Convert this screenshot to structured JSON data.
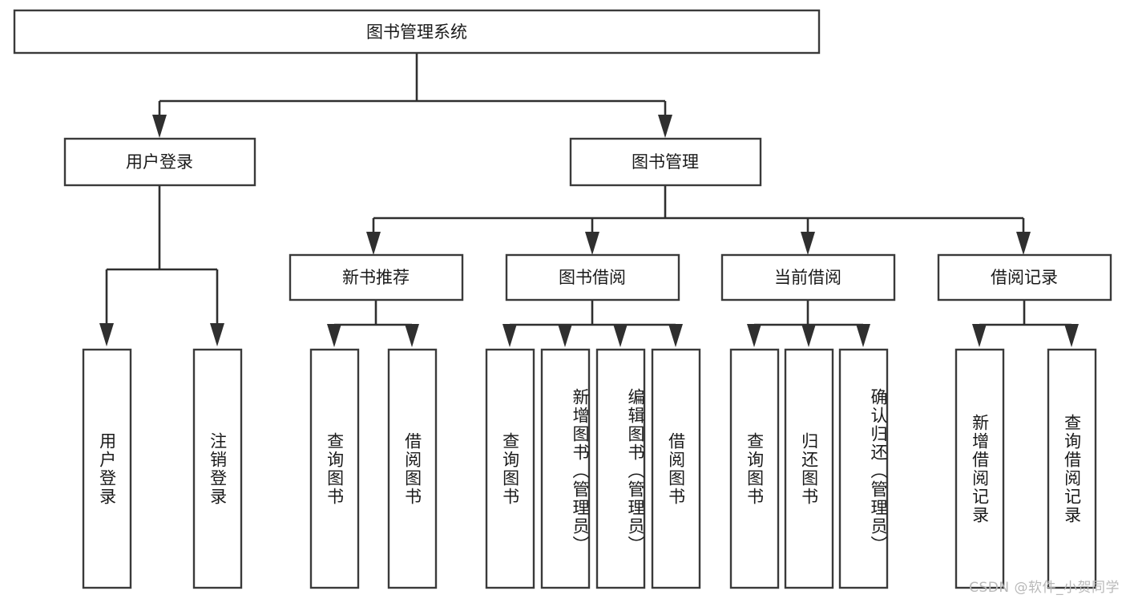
{
  "diagram": {
    "title": "图书管理系统",
    "watermark": "CSDN @软件_小贺同学",
    "colors": {
      "background": "#ffffff",
      "box_border": "#3a3a3a",
      "connector": "#2f2f2f",
      "text": "#1a1a1a",
      "watermark": "#b9b9b9"
    },
    "root": {
      "label": "图书管理系统"
    },
    "level1": [
      {
        "label": "用户登录"
      },
      {
        "label": "图书管理"
      }
    ],
    "level2": [
      {
        "label": "新书推荐"
      },
      {
        "label": "图书借阅"
      },
      {
        "label": "当前借阅"
      },
      {
        "label": "借阅记录"
      }
    ],
    "leaves": {
      "user_login": [
        {
          "label": "用户登录"
        },
        {
          "label": "注销登录"
        }
      ],
      "new_book": [
        {
          "label": "查询图书"
        },
        {
          "label": "借阅图书"
        }
      ],
      "book_borrow": [
        {
          "label": "查询图书"
        },
        {
          "label": "新增图书（管理员）"
        },
        {
          "label": "编辑图书（管理员）"
        },
        {
          "label": "借阅图书"
        }
      ],
      "current_borrow": [
        {
          "label": "查询图书"
        },
        {
          "label": "归还图书"
        },
        {
          "label": "确认归还（管理员）"
        }
      ],
      "borrow_record": [
        {
          "label": "新增借阅记录"
        },
        {
          "label": "查询借阅记录"
        }
      ]
    }
  }
}
